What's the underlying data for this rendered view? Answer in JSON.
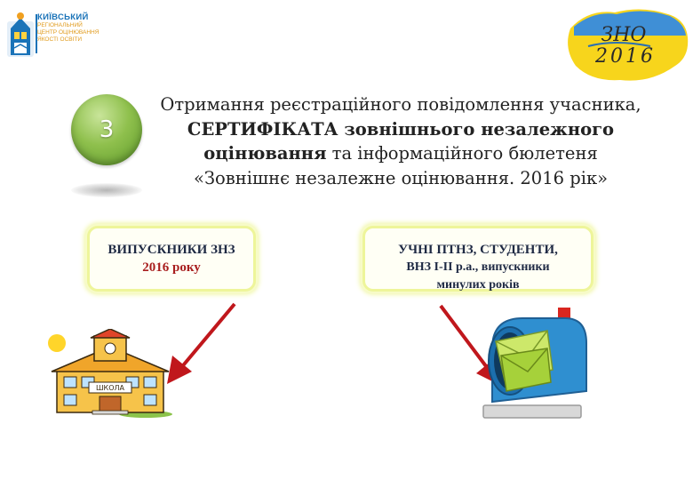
{
  "logo": {
    "line1": "КИЇВСЬКИЙ",
    "line2": "РЕГІОНАЛЬНИЙ",
    "line3": "ЦЕНТР ОЦІНЮВАННЯ",
    "line4": "ЯКОСТІ ОСВІТИ"
  },
  "badge": {
    "line1": "ЗНО",
    "line2": "2016"
  },
  "step": {
    "number": "3"
  },
  "heading": {
    "part1": "Отримання реєстраційного повідомлення учасника,",
    "part2_bold": "СЕРТИФІКАТА зовнішнього незалежного оцінювання",
    "part3": " та інформаційного бюлетеня",
    "part4": "«Зовнішнє незалежне оцінювання. 2016 рік»"
  },
  "boxes": {
    "left": {
      "line1": "ВИПУСКНИКИ ЗНЗ",
      "line2": "2016 року"
    },
    "right": {
      "line1": "УЧНІ ПТНЗ, СТУДЕНТИ,",
      "line2": "ВНЗ І-ІІ р.а., випускники",
      "line3": "минулих років"
    }
  },
  "school_sign": "ШКОЛА",
  "colors": {
    "circle_green": "#8fc04d",
    "box_border": "#eef59a",
    "box_red_text": "#a81e1e",
    "arrow_red": "#c0171c",
    "logo_blue": "#1a73b8"
  }
}
